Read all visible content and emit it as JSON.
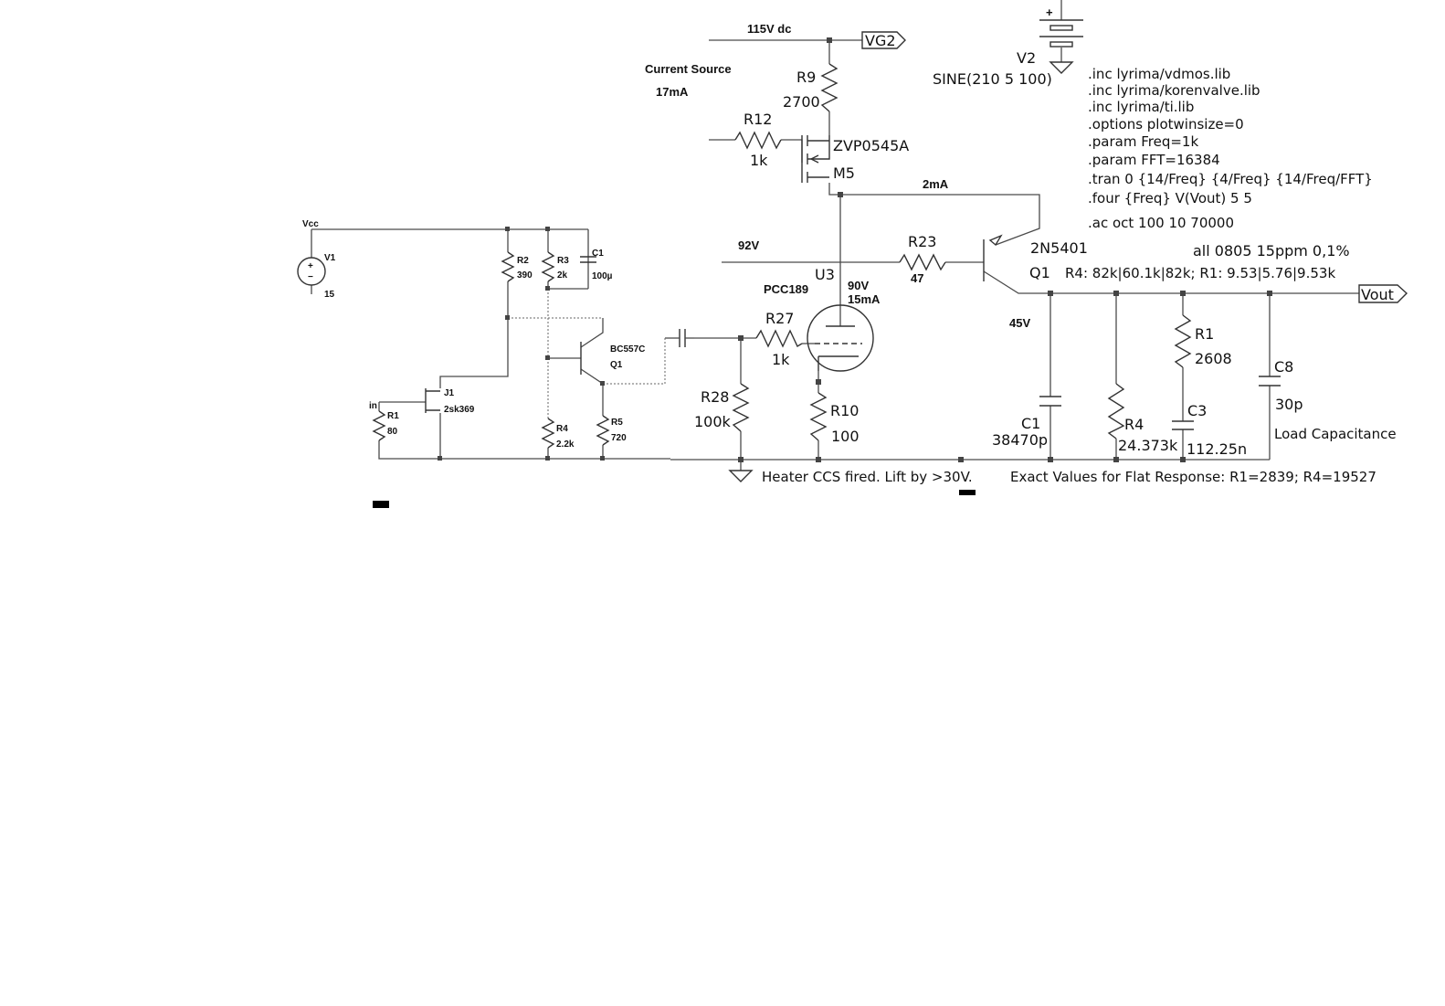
{
  "colors": {
    "background": "#ffffff",
    "wire": "#4a4a4a",
    "text": "#111111"
  },
  "main": {
    "supply_115": "115V dc",
    "vg2": "VG2",
    "current_source": "Current Source",
    "current_17": "17mA",
    "r9_name": "R9",
    "r9_value": "2700",
    "r12_name": "R12",
    "r12_value": "1k",
    "m5_part": "ZVP0545A",
    "m5_name": "M5",
    "i_2ma": "2mA",
    "v2_name": "V2",
    "v2_value": "SINE(210 5 100)",
    "v_92": "92V",
    "r23_name": "R23",
    "r23_value": "47",
    "q1_part": "2N5401",
    "q1_name": "Q1",
    "u3_name": "U3",
    "u3_part": "PCC189",
    "v_90": "90V",
    "i_15": "15mA",
    "r27_name": "R27",
    "r27_value": "1k",
    "r28_name": "R28",
    "r28_value": "100k",
    "r10_name": "R10",
    "r10_value": "100",
    "v_45": "45V",
    "c1_name": "C1",
    "c1_value": "38470p",
    "r4_name": "R4",
    "r4_value": "24.373k",
    "r1_name": "R1",
    "r1_value": "2608",
    "c3_name": "C3",
    "c3_value": "112.25n",
    "c8_name": "C8",
    "c8_value": "30p",
    "load_cap": "Load Capacitance",
    "vout": "Vout",
    "heater_note": "Heater CCS fired. Lift by >30V.",
    "exact_note": "Exact Values for Flat Response: R1=2839; R4=19527",
    "parts_note": "all 0805 15ppm 0,1%",
    "variants_note": "R4: 82k|60.1k|82k; R1: 9.53|5.76|9.53k",
    "plus": "+"
  },
  "directives": [
    ".inc lyrima/vdmos.lib",
    ".inc lyrima/korenvalve.lib",
    ".inc lyrima/ti.lib",
    ".options plotwinsize=0",
    ".param Freq=1k",
    ".param FFT=16384",
    ".tran 0 {14/Freq} {4/Freq} {14/Freq/FFT}",
    ".four {Freq} V(Vout) 5 5",
    ".ac oct 100 10 70000"
  ],
  "inset": {
    "vcc": "Vcc",
    "v1_name": "V1",
    "v1_value": "15",
    "in_label": "in",
    "r1_name": "R1",
    "r1_value": "80",
    "j1_name": "J1",
    "j1_part": "2sk369",
    "r2_name": "R2",
    "r2_value": "390",
    "r3_name": "R3",
    "r3_value": "2k",
    "c1_name": "C1",
    "c1_value": "100µ",
    "q1_part": "BC557C",
    "q1_name": "Q1",
    "r4_name": "R4",
    "r4_value": "2.2k",
    "r5_name": "R5",
    "r5_value": "720",
    "plus": "+",
    "minus": "−"
  }
}
